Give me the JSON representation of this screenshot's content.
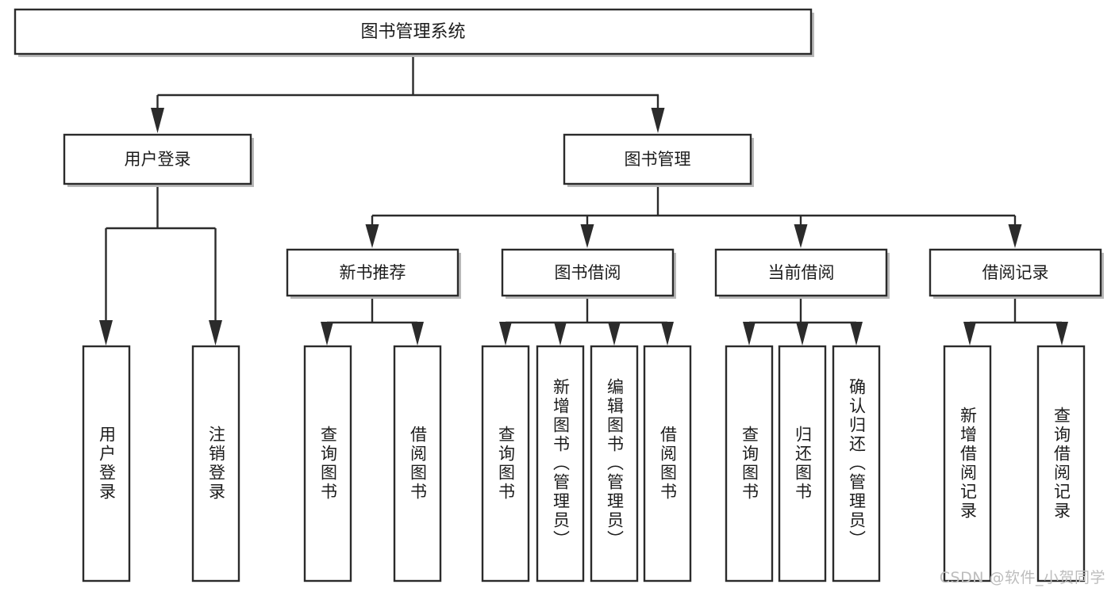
{
  "diagram": {
    "type": "tree-hierarchy",
    "title": "图书管理系统",
    "watermark": "CSDN @软件_小贺同学",
    "colors": {
      "box_fill": "#ffffff",
      "box_stroke": "#2b2b2b",
      "shadow": "#b8b8b8",
      "text": "#1c1c1c",
      "watermark": "#bdbdbd",
      "background": "#ffffff"
    },
    "levels": {
      "level1": [
        {
          "id": "root",
          "label": "图书管理系统"
        }
      ],
      "level2": [
        {
          "id": "user-login",
          "label": "用户登录"
        },
        {
          "id": "book-manage",
          "label": "图书管理"
        }
      ],
      "level3": [
        {
          "id": "new-book-recommend",
          "label": "新书推荐"
        },
        {
          "id": "book-borrow",
          "label": "图书借阅"
        },
        {
          "id": "current-borrow",
          "label": "当前借阅"
        },
        {
          "id": "borrow-record",
          "label": "借阅记录"
        }
      ],
      "level4": [
        {
          "id": "leaf-user-login",
          "label": "用户登录",
          "parent": "user-login"
        },
        {
          "id": "leaf-user-logout",
          "label": "注销登录",
          "parent": "user-login"
        },
        {
          "id": "leaf-query-book-1",
          "label": "查询图书",
          "parent": "new-book-recommend"
        },
        {
          "id": "leaf-borrow-book-1",
          "label": "借阅图书",
          "parent": "new-book-recommend"
        },
        {
          "id": "leaf-query-book-2",
          "label": "查询图书",
          "parent": "book-borrow"
        },
        {
          "id": "leaf-add-book",
          "label": "新增图书（管理员）",
          "parent": "book-borrow"
        },
        {
          "id": "leaf-edit-book",
          "label": "编辑图书（管理员）",
          "parent": "book-borrow"
        },
        {
          "id": "leaf-borrow-book-2",
          "label": "借阅图书",
          "parent": "book-borrow"
        },
        {
          "id": "leaf-query-book-3",
          "label": "查询图书",
          "parent": "current-borrow"
        },
        {
          "id": "leaf-return-book",
          "label": "归还图书",
          "parent": "current-borrow"
        },
        {
          "id": "leaf-confirm-return",
          "label": "确认归还（管理员）",
          "parent": "current-borrow"
        },
        {
          "id": "leaf-add-record",
          "label": "新增借阅记录",
          "parent": "borrow-record"
        },
        {
          "id": "leaf-query-record",
          "label": "查询借阅记录",
          "parent": "borrow-record"
        }
      ]
    }
  }
}
